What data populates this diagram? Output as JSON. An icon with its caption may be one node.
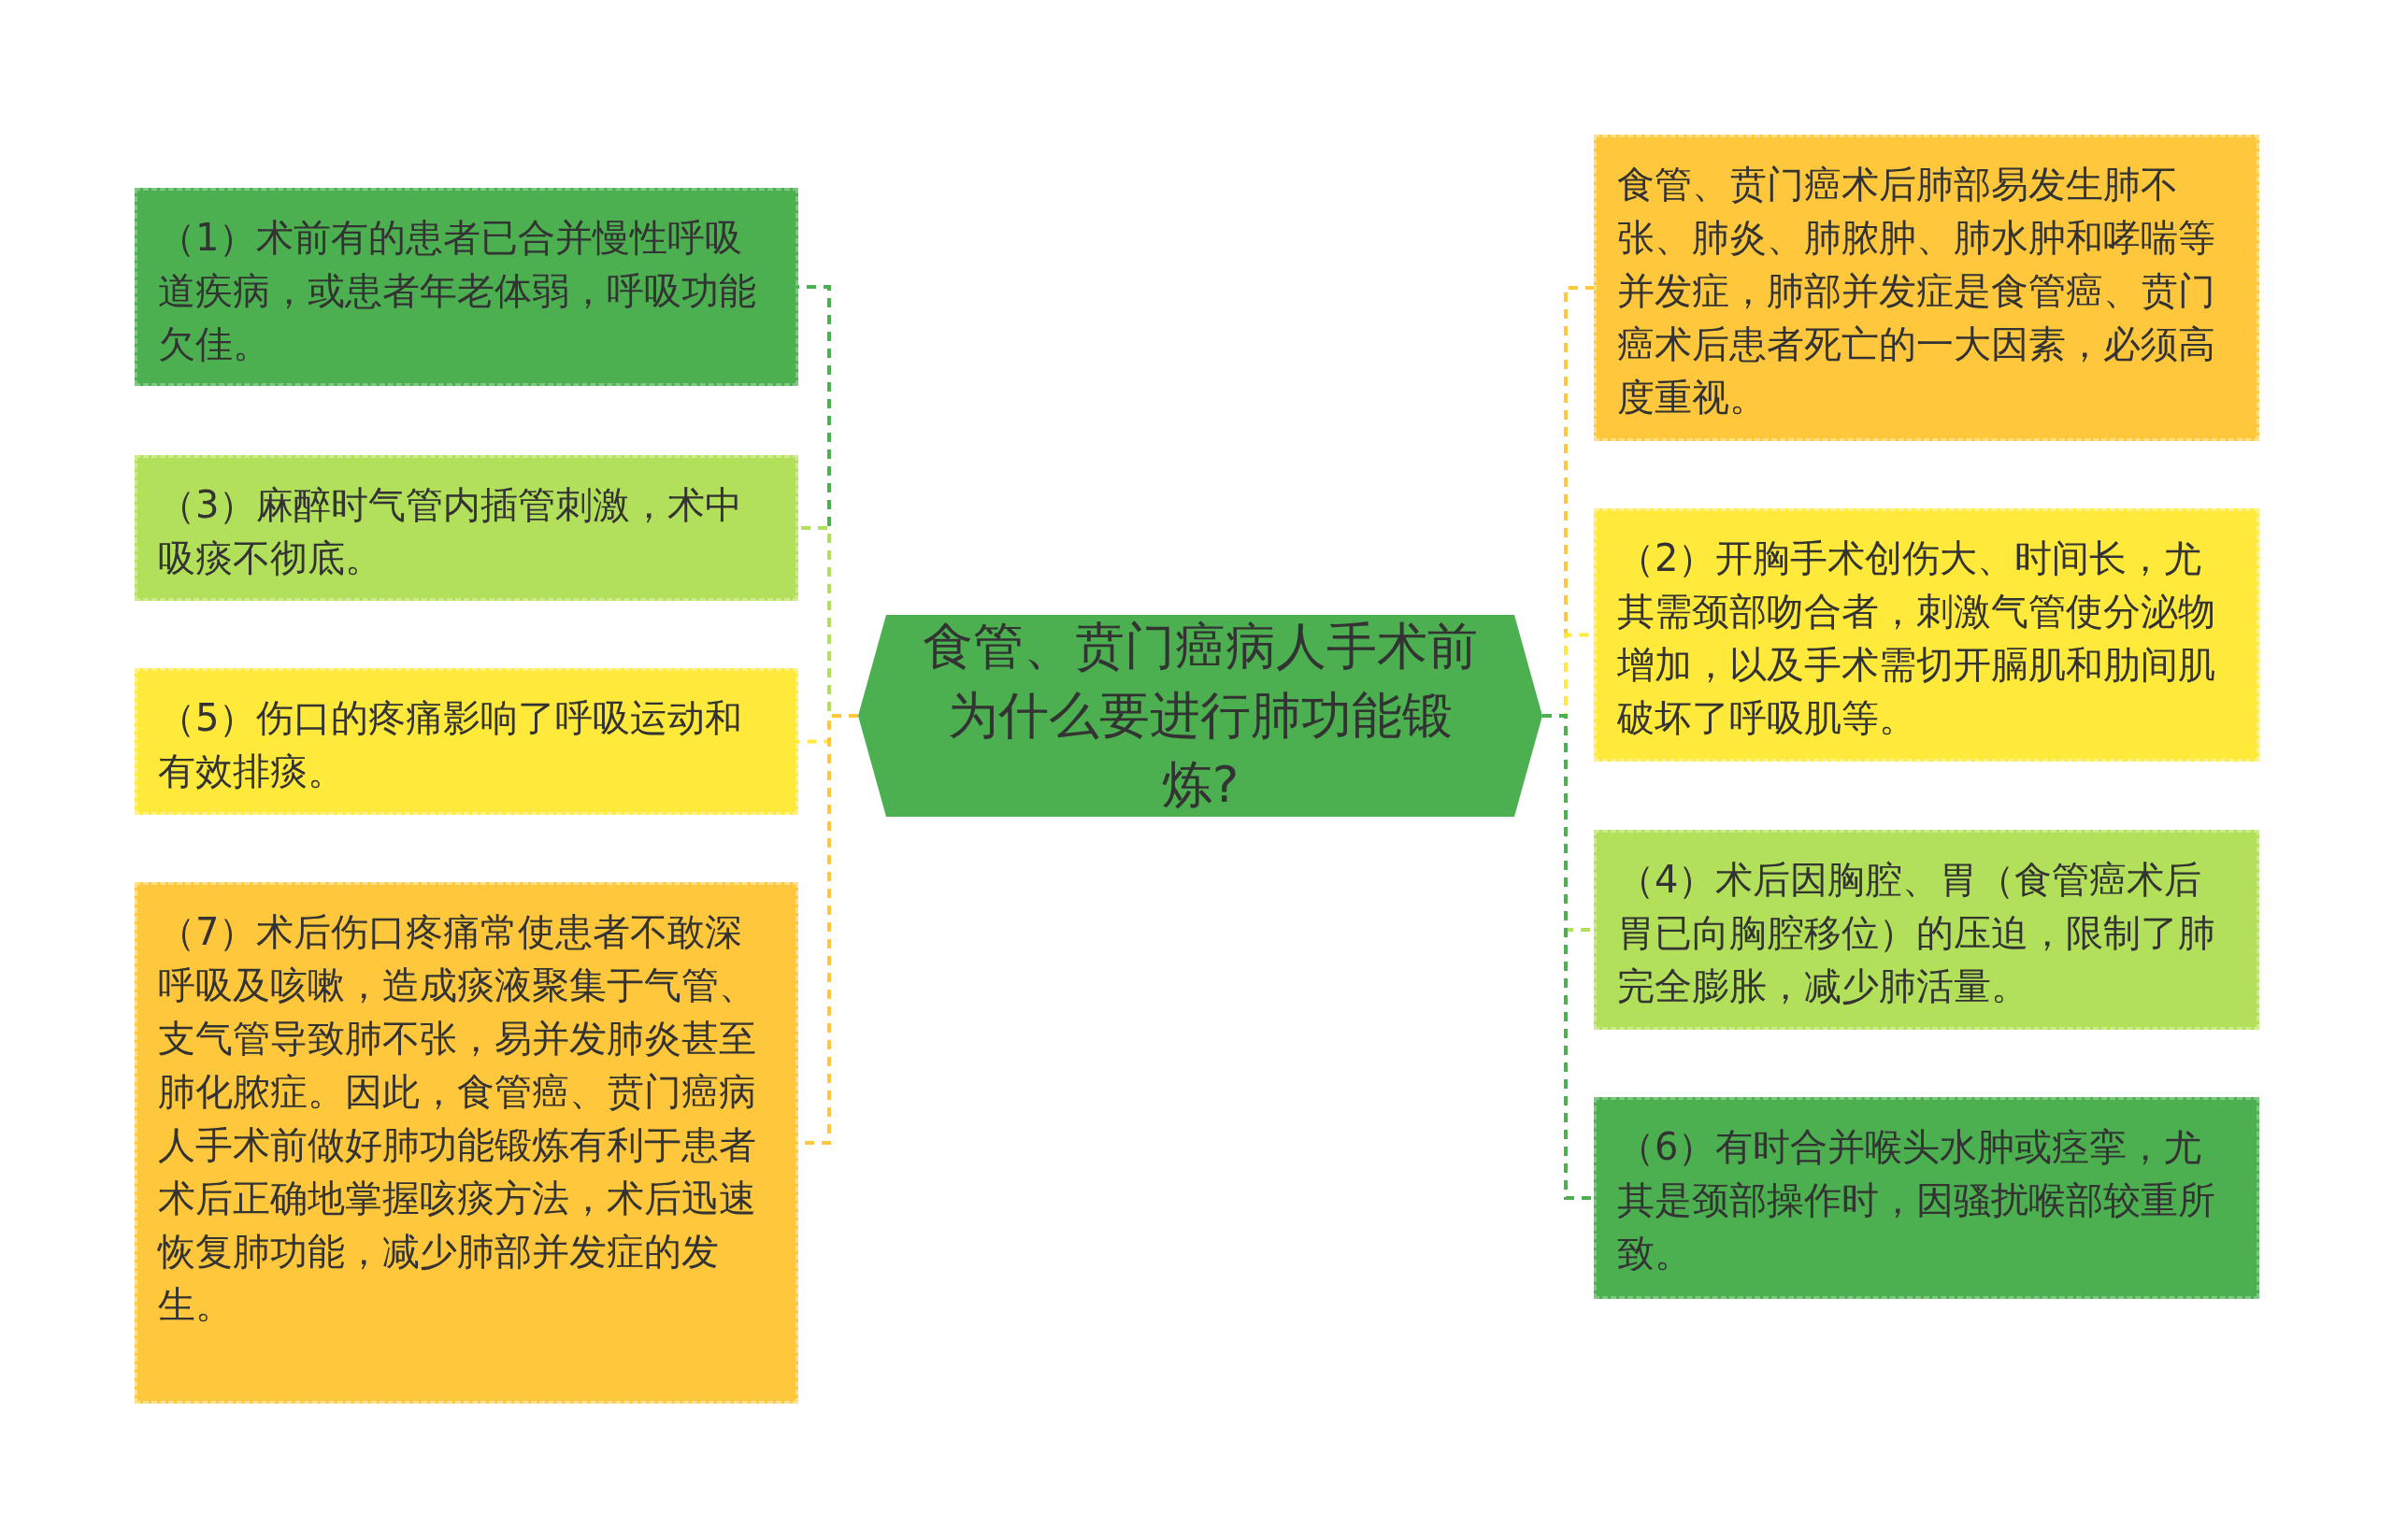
{
  "diagram": {
    "nodes": [
      {
        "text": [
          "食管、贲门癌病人手术前为什么要进行肺功能锻炼?"
        ]
      },
      {
        "text": [
          "食管、贲门癌术后肺部易发生肺不张、肺炎、肺脓肿、肺水肿和哮喘等并发症，肺部并发症是食管癌、贲门癌术后患者死亡的一大因素，必须高度重视。"
        ]
      },
      {
        "text": [
          "（1）术前有的患者已合并慢性呼吸道疾病，或患者年老体弱，呼吸功能欠佳。"
        ]
      },
      {
        "text": [
          "（2）开胸手术创伤大、时间长，尤其需颈部吻合者，刺激气管使分泌物增加，以及手术需切开膈肌和肋间肌破坏了呼吸肌等。"
        ]
      },
      {
        "text": [
          "（3）麻醉时气管内插管刺激，术中吸痰不彻底。"
        ]
      },
      {
        "text": [
          "（4）术后因胸腔、胃（食管癌术后胃已向胸腔移位）的压迫，限制了肺完全膨胀，减少肺活量。"
        ]
      },
      {
        "text": [
          "（5）伤口的疼痛影响了呼吸运动和有效排痰。"
        ]
      },
      {
        "text": [
          "（6）有时合并喉头水肿或痉挛，尤其是颈部操作时，因骚扰喉部较重所致。"
        ]
      },
      {
        "text": [
          "（7）术后伤口疼痛常使患者不敢深呼吸及咳嗽，造成痰液聚集于气管、支气管导致肺不张，易并发肺炎甚至肺化脓症。因此，食管癌、贲门癌病人手术前做好肺功能锻炼有利于患者术后正确地掌握咳痰方法，术后迅速恢复肺功能，减少肺部并发症的发生。"
        ]
      }
    ],
    "edges": [
      {
        "from": 0,
        "to": 1,
        "arrow": "none",
        "style": "dashed",
        "color": "#ffc83c"
      },
      {
        "from": 0,
        "to": 2,
        "arrow": "none",
        "style": "dashed",
        "color": "#4caf50"
      },
      {
        "from": 0,
        "to": 3,
        "arrow": "none",
        "style": "dashed",
        "color": "#ffe93b"
      },
      {
        "from": 0,
        "to": 4,
        "arrow": "none",
        "style": "dashed",
        "color": "#b3e05a"
      },
      {
        "from": 0,
        "to": 5,
        "arrow": "none",
        "style": "dashed",
        "color": "#b3e05a"
      },
      {
        "from": 0,
        "to": 6,
        "arrow": "none",
        "style": "dashed",
        "color": "#ffe93b"
      },
      {
        "from": 0,
        "to": 7,
        "arrow": "none",
        "style": "dashed",
        "color": "#4caf50"
      },
      {
        "from": 0,
        "to": 8,
        "arrow": "none",
        "style": "dashed",
        "color": "#ffc83c"
      }
    ]
  }
}
